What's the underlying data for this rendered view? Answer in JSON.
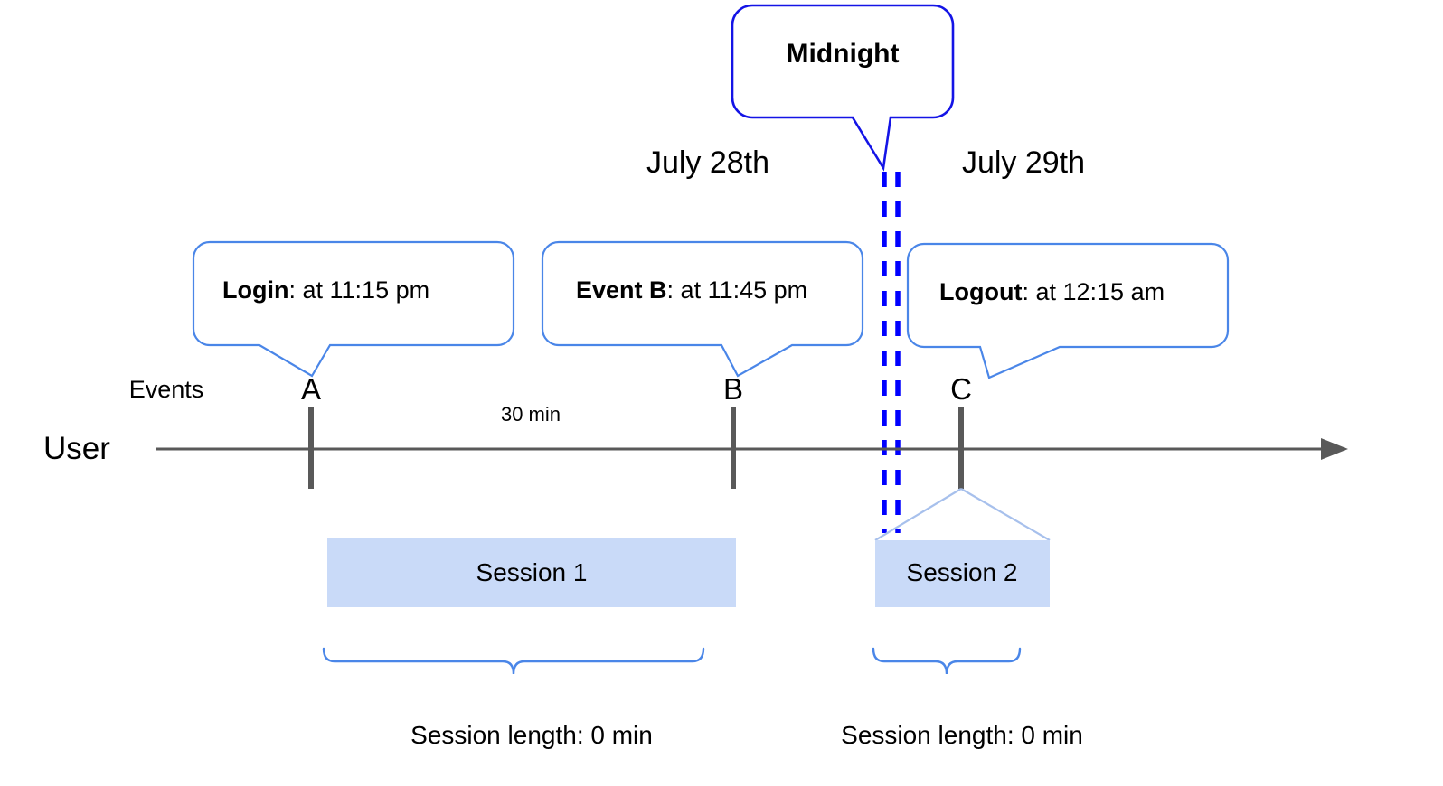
{
  "diagram": {
    "title_callout": {
      "label": "Midnight"
    },
    "dates": [
      {
        "label": "July 28th"
      },
      {
        "label": "July 29th"
      }
    ],
    "event_callouts": [
      {
        "name": "Login",
        "time": "at 11:15 pm"
      },
      {
        "name": "Event B",
        "time": "at 11:45 pm"
      },
      {
        "name": "Logout",
        "time": "at 12:15 am"
      }
    ],
    "axis": {
      "row_label_events": "Events",
      "row_label_user": "User",
      "duration_label": "30 min",
      "markers": [
        {
          "label": "A"
        },
        {
          "label": "B"
        },
        {
          "label": "C"
        }
      ]
    },
    "sessions": [
      {
        "label": "Session 1",
        "length_label": "Session length: 0 min"
      },
      {
        "label": "Session 2",
        "length_label": "Session length: 0 min"
      }
    ],
    "colors": {
      "midnight_border": "#1414E6",
      "midnight_dashes": "#0000FF",
      "callout_border": "#4A86E8",
      "session_fill": "#C9DAF8",
      "session_connector": "#A7C0EC",
      "axis": "#595959",
      "brace": "#4A86E8"
    }
  }
}
